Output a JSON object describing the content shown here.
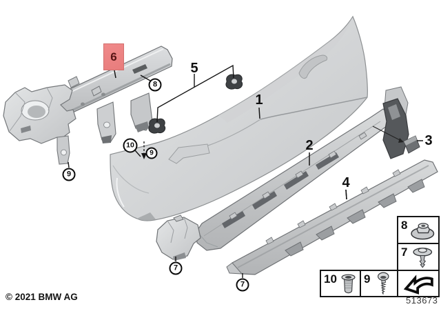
{
  "footer": {
    "copyright": "© 2021 BMW AG",
    "diagram_number": "513673"
  },
  "callouts": {
    "part1": {
      "label": "1"
    },
    "part2": {
      "label": "2"
    },
    "part3": {
      "label": "3"
    },
    "part4": {
      "label": "4"
    },
    "part5": {
      "label": "5"
    },
    "part6": {
      "label": "6",
      "highlighted": true,
      "highlight_color": "#f08a8a"
    },
    "part7": {
      "label": "7"
    },
    "part8": {
      "label": "8"
    },
    "part9": {
      "label": "9"
    },
    "part10": {
      "label": "10"
    }
  },
  "legend": {
    "items": [
      {
        "number": "8",
        "icon": "flange-nut-icon"
      },
      {
        "number": "7",
        "icon": "expansion-rivet-icon"
      },
      {
        "number": "10",
        "icon": "blind-rivet-nut-icon"
      },
      {
        "number": "9",
        "icon": "self-tapping-screw-icon"
      },
      {
        "number": "",
        "icon": "page-arrow-icon"
      }
    ]
  }
}
